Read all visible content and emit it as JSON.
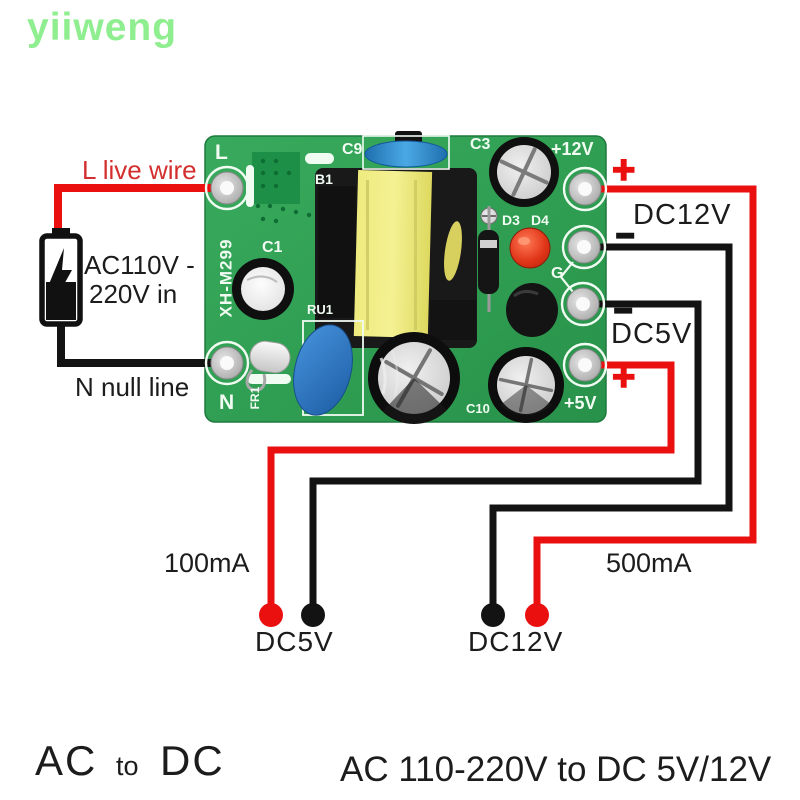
{
  "watermark": "yiiweng",
  "annotations": {
    "live_wire": "L live wire",
    "null_line": "N null line",
    "input_line1": "AC110V -",
    "input_line2": "220V in",
    "dc12v": {
      "plus": "+",
      "minus": "−",
      "label": "DC12V",
      "current": "500mA",
      "probe_label": "DC12V"
    },
    "dc5v": {
      "plus": "+",
      "minus": "−",
      "label": "DC5V",
      "current": "100mA",
      "probe_label": "DC5V"
    }
  },
  "silkscreen": {
    "l": "L",
    "n": "N",
    "b1": "B1",
    "c1": "C1",
    "c3": "C3",
    "c9": "C9",
    "c10": "C10",
    "d3": "D3",
    "d4": "D4",
    "g": "G",
    "ru1": "RU1",
    "fr1": "FR1",
    "model": "XH-M299",
    "plus12v": "+12V",
    "plus5v": "+5V"
  },
  "captions": {
    "left_parts": [
      "AC",
      "to",
      "DC"
    ],
    "right": "AC 110-220V to DC 5V/12V"
  },
  "colors": {
    "wire_red": "#ea1010",
    "wire_black": "#131313",
    "pcb_green": "#2f9e52",
    "annotation_red": "#d32f2f",
    "watermark_green": "#8fee8f",
    "silkscreen_white": "#f0fbf2"
  }
}
